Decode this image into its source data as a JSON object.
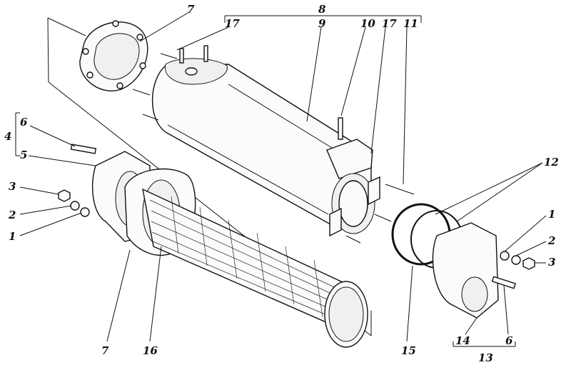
{
  "callouts": {
    "c7_top": "7",
    "c8": "8",
    "c17_left": "17",
    "c9": "9",
    "c10": "10",
    "c17_right": "17",
    "c11": "11",
    "c6_left": "6",
    "c4": "4",
    "c5": "5",
    "c3_left": "3",
    "c2_left": "2",
    "c1_left": "1",
    "c12": "12",
    "c1_right": "1",
    "c2_right": "2",
    "c3_right": "3",
    "c7_bottom": "7",
    "c16": "16",
    "c15": "15",
    "c14": "14",
    "c6_right": "6",
    "c13": "13"
  }
}
